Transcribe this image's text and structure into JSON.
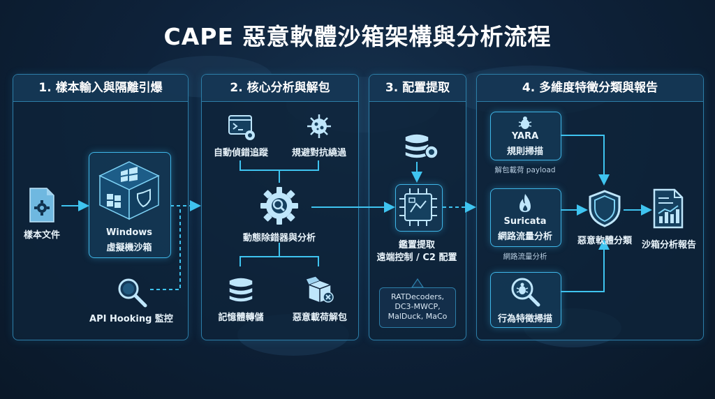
{
  "title": "CAPE 惡意軟體沙箱架構與分析流程",
  "colors": {
    "accent": "#3fb6e8",
    "panel_border": "#2d7ea8",
    "background": "#0b1a2c"
  },
  "panels": [
    {
      "heading": "1. 樣本輸入與隔離引爆"
    },
    {
      "heading": "2. 核心分析與解包"
    },
    {
      "heading": "3. 配置提取"
    },
    {
      "heading": "4. 多維度特徵分類與報告"
    }
  ],
  "stage1": {
    "sample_file": "樣本文件",
    "vm_line1": "Windows",
    "vm_line2": "虛擬機沙箱",
    "api_hooking": "API Hooking 監控"
  },
  "stage2": {
    "auto_debug": "自動偵錯追蹤",
    "evasion_bypass": "規避對抗繞過",
    "dynamic_debugger": "動態除錯器與分析",
    "memory_dump": "記憶體轉儲",
    "payload_unpack": "惡意載荷解包"
  },
  "stage3": {
    "extract_line1": "鑑置提取",
    "extract_line2": "遠端控制 / C2 配置",
    "decoders": [
      "RATDecoders,",
      "DC3-MWCP,",
      "MalDuck, MaCo"
    ]
  },
  "stage4": {
    "yara_line1": "YARA",
    "yara_line2": "規則掃描",
    "yara_caption": "解包載荷 payload",
    "suricata_line1": "Suricata",
    "suricata_line2": "網路流量分析",
    "suricata_caption": "網路流量分析",
    "behavior": "行為特徵掃描",
    "classification": "惡意軟體分類",
    "report": "沙箱分析報告"
  },
  "icons": [
    "document-gear-icon",
    "windows-cube-icon",
    "magnifier-icon",
    "terminal-gear-icon",
    "virus-icon",
    "gear-magnifier-icon",
    "database-icon",
    "package-unpack-icon",
    "database-gear-icon",
    "chip-icon",
    "bug-icon",
    "flame-icon",
    "shield-icon",
    "report-chart-icon"
  ]
}
